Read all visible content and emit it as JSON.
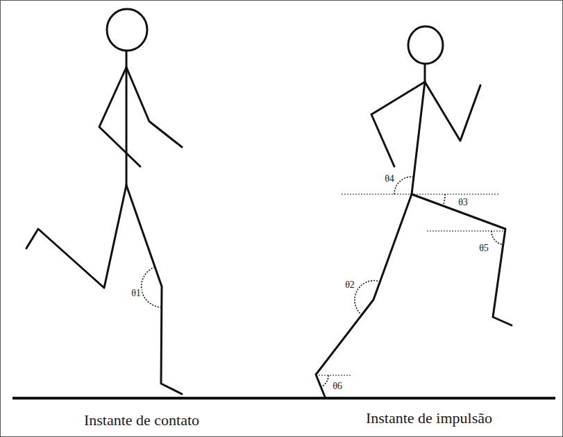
{
  "diagram": {
    "labels": [
      "θ1",
      "θ4",
      "θ3",
      "θ5",
      "θ2",
      "θ6",
      "Instante de contato",
      "Instante de impulsão"
    ]
  }
}
